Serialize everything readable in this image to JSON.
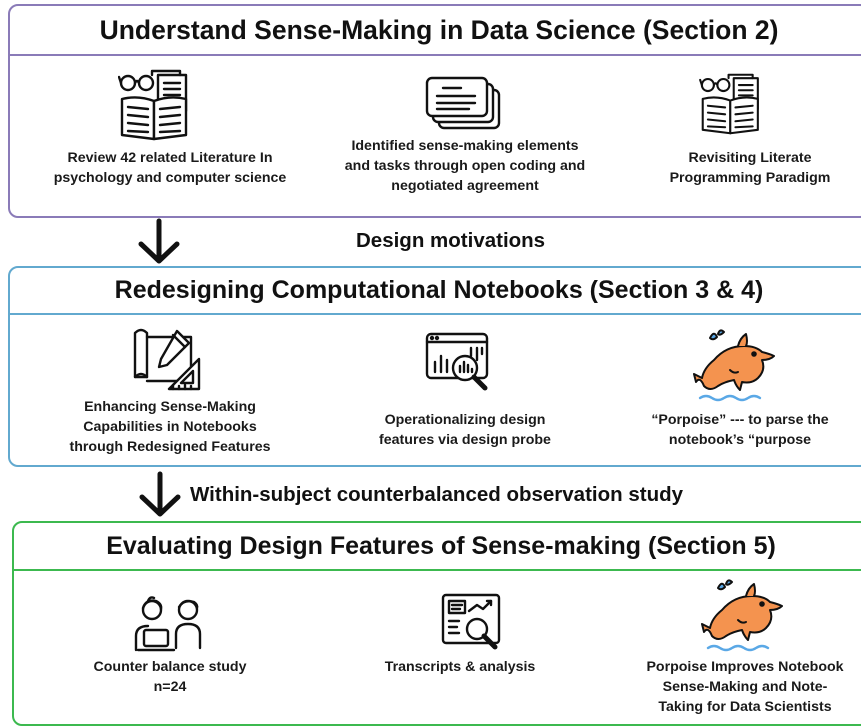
{
  "sections": [
    {
      "title": "Understand Sense-Making in Data Science (Section 2)",
      "items": [
        {
          "icon": "books-glasses-icon",
          "lines": [
            "Review 42 related Literature In",
            "psychology and computer science"
          ]
        },
        {
          "icon": "documents-stack-icon",
          "lines": [
            "Identified sense-making elements",
            "and tasks through open coding and",
            "negotiated agreement"
          ]
        },
        {
          "icon": "books-glasses-icon",
          "lines": [
            "Revisiting Literate",
            "Programming Paradigm"
          ]
        }
      ]
    },
    {
      "title": "Redesigning Computational Notebooks (Section 3 & 4)",
      "items": [
        {
          "icon": "blueprint-pencil-icon",
          "lines": [
            "Enhancing Sense-Making",
            "Capabilities in Notebooks",
            "through Redesigned Features"
          ]
        },
        {
          "icon": "chart-magnifier-icon",
          "lines": [
            "Operationalizing design",
            "features via design probe"
          ]
        },
        {
          "icon": "porpoise-icon",
          "lines": [
            "“Porpoise” --- to parse the",
            "notebook’s “purpose"
          ]
        }
      ]
    },
    {
      "title": "Evaluating Design Features of Sense-making (Section 5)",
      "items": [
        {
          "icon": "two-people-laptop-icon",
          "lines": [
            "Counter balance study",
            "n=24"
          ]
        },
        {
          "icon": "analysis-board-icon",
          "lines": [
            "Transcripts & analysis"
          ]
        },
        {
          "icon": "porpoise-icon",
          "lines": [
            "Porpoise Improves Notebook",
            "Sense-Making and Note-",
            "Taking for Data Scientists"
          ]
        }
      ]
    }
  ],
  "connectors": [
    "Design motivations",
    "Within-subject counterbalanced observation study"
  ],
  "colors": {
    "section1_border": "#8a7bb8",
    "section2_border": "#62a9cf",
    "section3_border": "#3cb94f",
    "porpoise": "#f4934f",
    "water": "#5aa8e6"
  }
}
